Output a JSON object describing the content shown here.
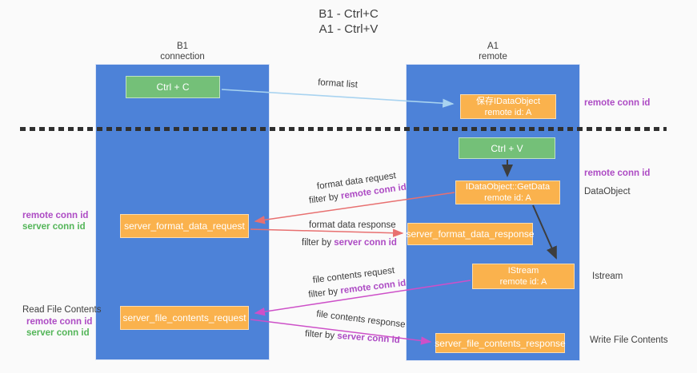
{
  "colors": {
    "bg": "#fafafa",
    "blue": "#4d82d8",
    "green": "#74c078",
    "orange": "#fab24d",
    "purple": "#ad4bc4",
    "label-green": "#53b558",
    "red": "#e87070",
    "magenta": "#cd50c8",
    "lightblue": "#a8d3f0",
    "black-arrow": "#3d3d3d",
    "text": "#3f3f3f"
  },
  "title": {
    "line1": "B1 - Ctrl+C",
    "line2": "A1 - Ctrl+V"
  },
  "columns": {
    "left": {
      "name": "B1",
      "subtitle": "connection"
    },
    "right": {
      "name": "A1",
      "subtitle": "remote"
    }
  },
  "nodes": {
    "ctrl_c": {
      "label": "Ctrl + C"
    },
    "save_idataobject": {
      "line1": "保存IDataObject",
      "line2": "remote id: A"
    },
    "ctrl_v": {
      "label": "Ctrl + V"
    },
    "getdata": {
      "line1": "IDataObject::GetData",
      "line2": "remote id: A"
    },
    "format_request": {
      "label": "server_format_data_request"
    },
    "format_response": {
      "label": "server_format_data_response"
    },
    "istream": {
      "line1": "IStream",
      "line2": "remote id: A"
    },
    "file_request": {
      "label": "server_file_contents_request"
    },
    "file_response": {
      "label": "server_file_contents_response"
    }
  },
  "edges": {
    "format_list": {
      "label": "format list"
    },
    "format_request": {
      "label": "format data request",
      "filter_prefix": "filter by ",
      "filter_key": "remote conn id"
    },
    "format_response": {
      "label": "format data response",
      "filter_prefix": "filter by ",
      "filter_key": "server conn id"
    },
    "file_request": {
      "label": "file contents request",
      "filter_prefix": "filter by ",
      "filter_key": "remote conn id"
    },
    "file_response": {
      "label": "file contents response",
      "filter_prefix": "filter by ",
      "filter_key": "server conn id"
    }
  },
  "annotations": {
    "right_top_conn_id": "remote conn id",
    "right_mid_conn_id": "remote conn id",
    "dataobject": "DataObject",
    "istream": "Istream",
    "write_file": "Write File Contents",
    "left_mid_remote": "remote conn id",
    "left_mid_server": "server conn id",
    "read_file": "Read File Contents",
    "left_bottom_remote": "remote conn id",
    "left_bottom_server": "server conn id"
  }
}
